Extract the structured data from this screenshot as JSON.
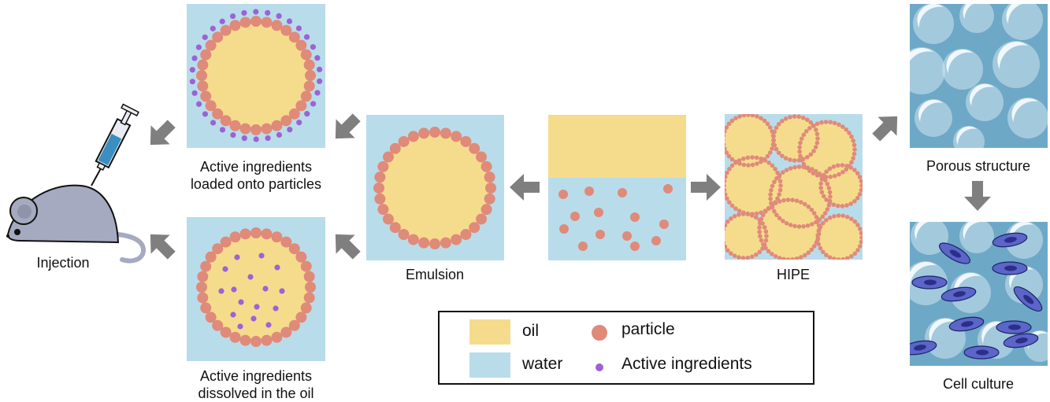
{
  "colors": {
    "oil": "#f5dc8c",
    "water": "#b9dcea",
    "particle": "#e08a7a",
    "active": "#9a63d6",
    "arrow": "#7f7f7f",
    "porous_bg": "#6ea8c7",
    "cell": "#5b66c8",
    "cell_nucleus": "#2b2f8a",
    "mouse": "#a5aac0"
  },
  "icons": [
    "mouse-icon",
    "syringe-icon",
    "arrow-icon",
    "cell-icon"
  ],
  "labels": {
    "injection": "Injection",
    "loaded_line1": "Active ingredients",
    "loaded_line2": "loaded onto particles",
    "dissolved_line1": "Active ingredients",
    "dissolved_line2": "dissolved in the oil",
    "emulsion": "Emulsion",
    "hipe": "HIPE",
    "porous": "Porous structure",
    "cell_culture": "Cell culture"
  },
  "legend": {
    "oil": "oil",
    "water": "water",
    "particle": "particle",
    "active": "Active ingredients"
  }
}
